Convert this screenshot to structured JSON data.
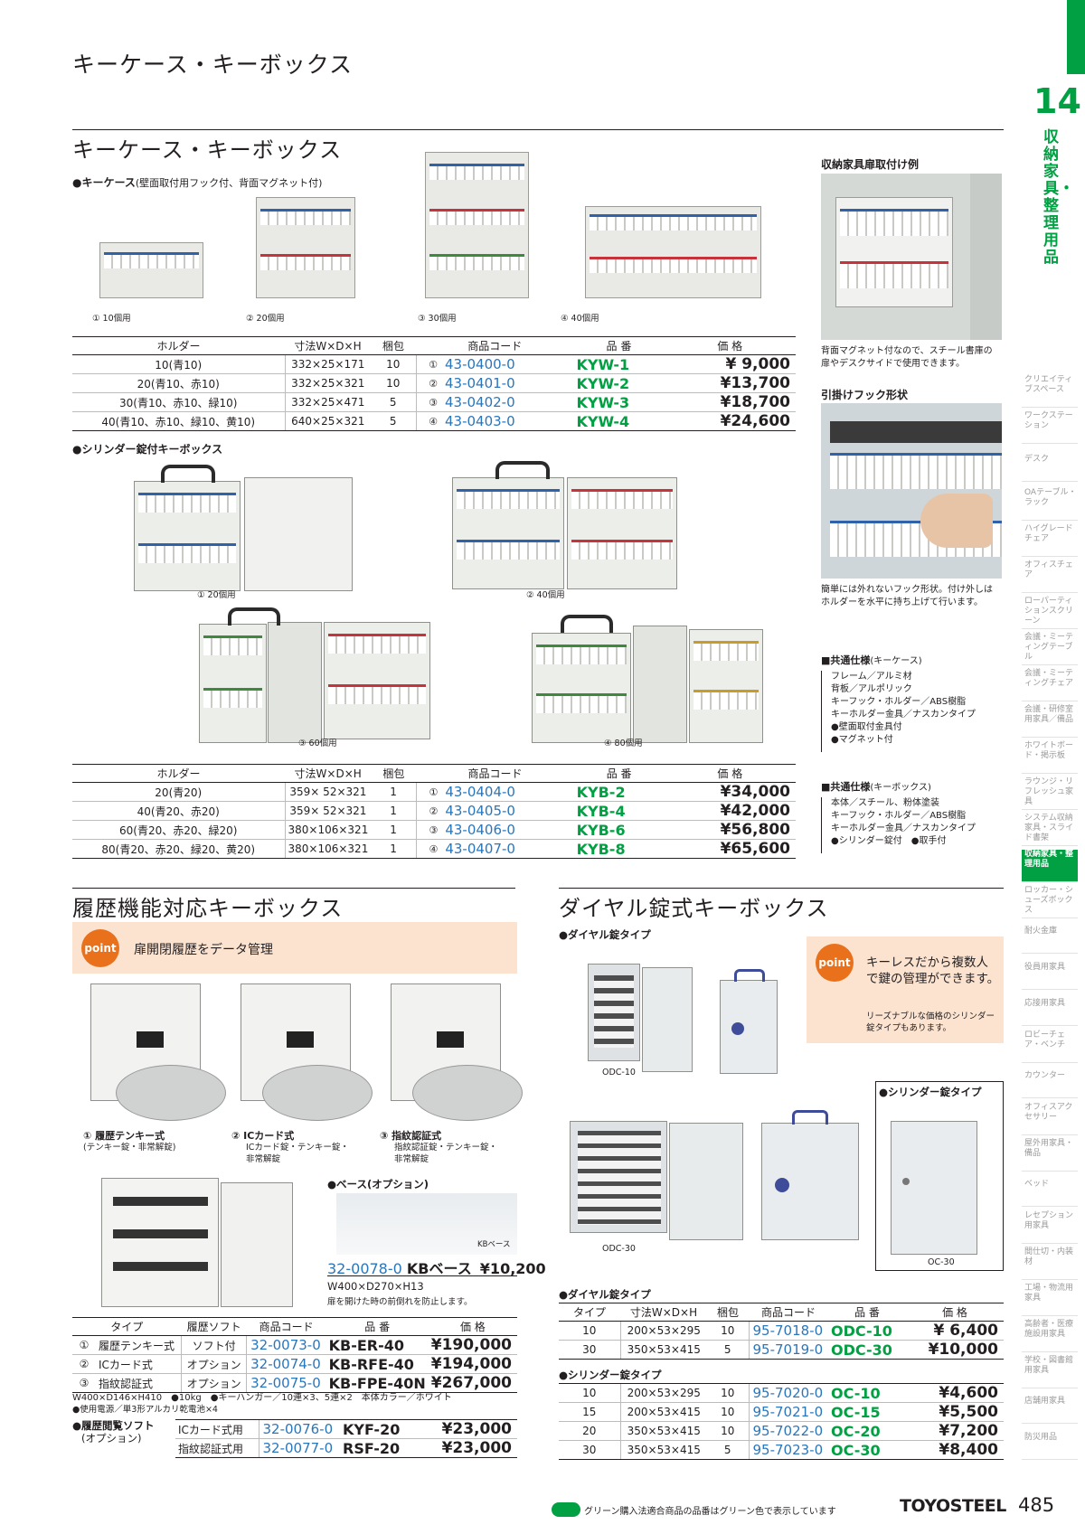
{
  "page": {
    "header_title": "キーケース・キーボックス",
    "chapter_number": "14",
    "chapter_label": "収納家具・整理用品",
    "page_number": "485",
    "brand": "TOYOSTEEL",
    "footer_note": "グリーン購入法適合商品の品番はグリーン色で表示しています"
  },
  "side_nav": [
    "クリエイティブスペース",
    "ワークステーション",
    "デスク",
    "OAテーブル・ラック",
    "ハイグレードチェア",
    "オフィスチェア",
    "ローパーティションスクリーン",
    "会議・ミーティングテーブル",
    "会議・ミーティングチェア",
    "会議・研修室用家具／備品",
    "ホワイトボード・掲示板",
    "ラウンジ・リフレッシュ家具",
    "システム収納家具・スライド書架",
    "収納家具・整理用品",
    "ロッカー・シューズボックス",
    "耐火金庫",
    "役員用家具",
    "応接用家具",
    "ロビーチェア・ベンチ",
    "カウンター",
    "オフィスアクセサリー",
    "屋外用家具・備品",
    "ベッド",
    "レセプション用家具",
    "間仕切・内装材",
    "工場・物流用家具",
    "高齢者・医療施設用家具",
    "学校・図書館用家具",
    "店舗用家具",
    "防災用品"
  ],
  "section1": {
    "title": "キーケース・キーボックス",
    "keycase_sub": "●キーケース",
    "keycase_sub_note": "(壁面取付用フック付、背面マグネット付)",
    "keycase_captions": [
      "① 10個用",
      "② 20個用",
      "③ 30個用",
      "④ 40個用"
    ],
    "headers": [
      "ホルダー",
      "寸法W×D×H",
      "梱包",
      "商品コード",
      "品 番",
      "価 格"
    ],
    "keycase_rows": [
      {
        "holder": "10(青10)",
        "size": "332×25×171",
        "pack": "10",
        "no": "①",
        "code": "43-0400-0",
        "model": "KYW-1",
        "price": "¥ 9,000"
      },
      {
        "holder": "20(青10、赤10)",
        "size": "332×25×321",
        "pack": "10",
        "no": "②",
        "code": "43-0401-0",
        "model": "KYW-2",
        "price": "¥13,700"
      },
      {
        "holder": "30(青10、赤10、緑10)",
        "size": "332×25×471",
        "pack": "5",
        "no": "③",
        "code": "43-0402-0",
        "model": "KYW-3",
        "price": "¥18,700"
      },
      {
        "holder": "40(青10、赤10、緑10、黄10)",
        "size": "640×25×321",
        "pack": "5",
        "no": "④",
        "code": "43-0403-0",
        "model": "KYW-4",
        "price": "¥24,600"
      }
    ],
    "cylinder_sub": "●シリンダー錠付キーボックス",
    "cylinder_captions": [
      "① 20個用",
      "② 40個用",
      "③ 60個用",
      "④ 80個用"
    ],
    "cylinder_rows": [
      {
        "holder": "20(青20)",
        "size": "359× 52×321",
        "pack": "1",
        "no": "①",
        "code": "43-0404-0",
        "model": "KYB-2",
        "price": "¥34,000"
      },
      {
        "holder": "40(青20、赤20)",
        "size": "359× 52×321",
        "pack": "1",
        "no": "②",
        "code": "43-0405-0",
        "model": "KYB-4",
        "price": "¥42,000"
      },
      {
        "holder": "60(青20、赤20、緑20)",
        "size": "380×106×321",
        "pack": "1",
        "no": "③",
        "code": "43-0406-0",
        "model": "KYB-6",
        "price": "¥56,800"
      },
      {
        "holder": "80(青20、赤20、緑20、黄20)",
        "size": "380×106×321",
        "pack": "1",
        "no": "④",
        "code": "43-0407-0",
        "model": "KYB-8",
        "price": "¥65,600"
      }
    ]
  },
  "right_panel": {
    "door_example_title": "収納家具扉取付け例",
    "door_example_text": "背面マグネット付なので、スチール書庫の扉やデスクサイドで使用できます。",
    "hook_title": "引掛けフック形状",
    "hook_text": "簡単には外れないフック形状。付け外しはホルダーを水平に持ち上げて行います。",
    "keycase_spec_title": "■共通仕様",
    "keycase_spec_sub": "(キーケース)",
    "keycase_spec": [
      "フレーム／アルミ材",
      "背板／アルポリック",
      "キーフック・ホルダー／ABS樹脂",
      "キーホルダー金具／ナスカンタイプ",
      "●壁面取付金具付",
      "●マグネット付"
    ],
    "keybox_spec_title": "■共通仕様",
    "keybox_spec_sub": "(キーボックス)",
    "keybox_spec": [
      "本体／スチール、粉体塗装",
      "キーフック・ホルダー／ABS樹脂",
      "キーホルダー金具／ナスカンタイプ",
      "●シリンダー錠付　●取手付"
    ]
  },
  "section2": {
    "title": "履歴機能対応キーボックス",
    "point_label": "point",
    "point_text": "扉開閉履歴をデータ管理",
    "captions": [
      {
        "title": "① 履歴テンキー式",
        "note": "(テンキー錠・非常解錠)"
      },
      {
        "title": "② ICカード式",
        "note": "ICカード錠・テンキー錠・非常解錠"
      },
      {
        "title": "③ 指紋認証式",
        "note": "指紋認証錠・テンキー錠・非常解錠"
      }
    ],
    "base_sub": "●ベース(オプション)",
    "base_label": "KBベース",
    "base_code": "32-0078-0",
    "base_model": "KBベース",
    "base_price": "¥10,200",
    "base_size": "W400×D270×H13",
    "base_note": "扉を開けた時の前倒れを防止します。",
    "headers": [
      "タイプ",
      "履歴ソフト",
      "商品コード",
      "品 番",
      "価 格"
    ],
    "rows": [
      {
        "no": "①",
        "type": "履歴テンキー式",
        "soft": "ソフト付",
        "code": "32-0073-0",
        "model": "KB-ER-40",
        "price": "¥190,000"
      },
      {
        "no": "②",
        "type": "ICカード式",
        "soft": "オプション",
        "code": "32-0074-0",
        "model": "KB-RFE-40",
        "price": "¥194,000"
      },
      {
        "no": "③",
        "type": "指紋認証式",
        "soft": "オプション",
        "code": "32-0075-0",
        "model": "KB-FPE-40N",
        "price": "¥267,000"
      }
    ],
    "spec_line1": "W400×D146×H410　●10kg　●キーハンガー／10連×3、5連×2　本体カラー／ホワイト",
    "spec_line2": "●使用電源／単3形アルカリ乾電池×4",
    "software_label": "●履歴閲覧ソフト",
    "software_sub": "(オプション)",
    "software_rows": [
      {
        "type": "ICカード式用",
        "code": "32-0076-0",
        "model": "KYF-20",
        "price": "¥23,000"
      },
      {
        "type": "指紋認証式用",
        "code": "32-0077-0",
        "model": "RSF-20",
        "price": "¥23,000"
      }
    ]
  },
  "section3": {
    "title": "ダイヤル錠式キーボックス",
    "dial_sub": "●ダイヤル錠タイプ",
    "point_label": "point",
    "point_text": "キーレスだから複数人で鍵の管理ができます。",
    "point_note": "リーズナブルな価格のシリンダー錠タイプもあります。",
    "cylinder_box_title": "●シリンダー錠タイプ",
    "img_labels": [
      "ODC-10",
      "ODC-30",
      "OC-30"
    ],
    "dial_table_sub": "●ダイヤル錠タイプ",
    "headers": [
      "タイプ",
      "寸法W×D×H",
      "梱包",
      "商品コード",
      "品 番",
      "価 格"
    ],
    "dial_rows": [
      {
        "type": "10",
        "size": "200×53×295",
        "pack": "10",
        "code": "95-7018-0",
        "model": "ODC-10",
        "price": "¥ 6,400"
      },
      {
        "type": "30",
        "size": "350×53×415",
        "pack": "5",
        "code": "95-7019-0",
        "model": "ODC-30",
        "price": "¥10,000"
      }
    ],
    "cyl_table_sub": "●シリンダー錠タイプ",
    "cyl_rows": [
      {
        "type": "10",
        "size": "200×53×295",
        "pack": "10",
        "code": "95-7020-0",
        "model": "OC-10",
        "price": "¥4,600"
      },
      {
        "type": "15",
        "size": "200×53×415",
        "pack": "10",
        "code": "95-7021-0",
        "model": "OC-15",
        "price": "¥5,500"
      },
      {
        "type": "20",
        "size": "350×53×415",
        "pack": "10",
        "code": "95-7022-0",
        "model": "OC-20",
        "price": "¥7,200"
      },
      {
        "type": "30",
        "size": "350×53×415",
        "pack": "5",
        "code": "95-7023-0",
        "model": "OC-30",
        "price": "¥8,400"
      }
    ]
  },
  "colors": {
    "accent_green": "#00a043",
    "code_blue": "#2a76bb",
    "point_orange": "#e9711c",
    "point_bg": "#fbe3d0"
  }
}
